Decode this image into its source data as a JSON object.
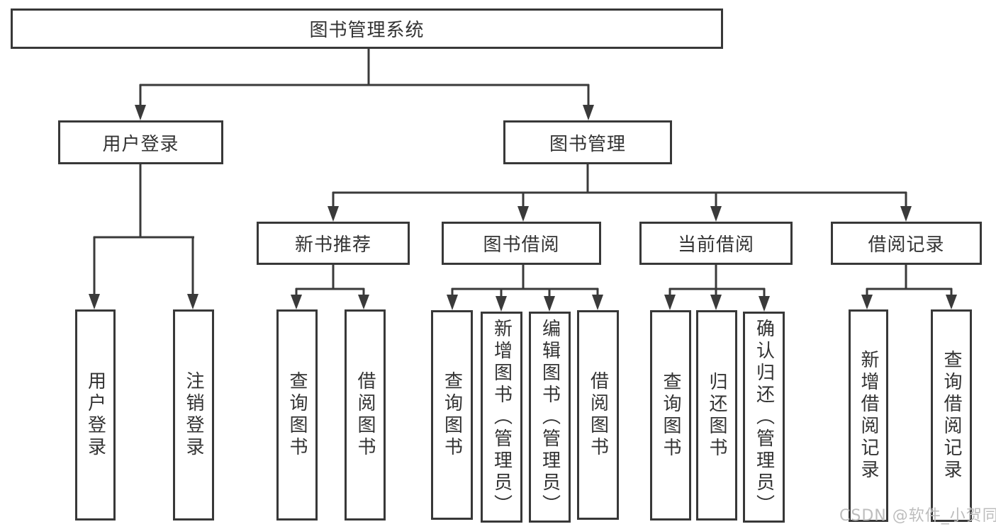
{
  "colors": {
    "line": "#3a3a3a",
    "box_border": "#383838",
    "text": "#333333",
    "background": "#ffffff",
    "watermark": "#bdbdbd"
  },
  "tree": {
    "label": "图书管理系统",
    "children": [
      {
        "label": "用户登录",
        "children": [
          {
            "label": "用户登录"
          },
          {
            "label": "注销登录"
          }
        ]
      },
      {
        "label": "图书管理",
        "children": [
          {
            "label": "新书推荐",
            "children": [
              {
                "label": "查询图书"
              },
              {
                "label": "借阅图书"
              }
            ]
          },
          {
            "label": "图书借阅",
            "children": [
              {
                "label": "查询图书"
              },
              {
                "label": "新增图书（管理员）"
              },
              {
                "label": "编辑图书（管理员）"
              },
              {
                "label": "借阅图书"
              }
            ]
          },
          {
            "label": "当前借阅",
            "children": [
              {
                "label": "查询图书"
              },
              {
                "label": "归还图书"
              },
              {
                "label": "确认归还（管理员）"
              }
            ]
          },
          {
            "label": "借阅记录",
            "children": [
              {
                "label": "新增借阅记录"
              },
              {
                "label": "查询借阅记录"
              }
            ]
          }
        ]
      }
    ]
  },
  "watermark": {
    "text": "CSDN @软件_小贺同学"
  }
}
